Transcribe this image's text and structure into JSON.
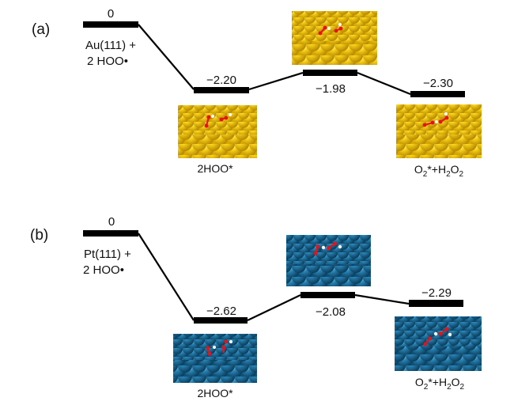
{
  "panels": [
    {
      "panel_label": "(a)",
      "surface": "Au(111)",
      "start_label_line1": "Au(111) +",
      "start_label_line2": "2 HOO•",
      "surface_color": "#f2c200",
      "surface_highlight": "#ffe866",
      "surface_shadow": "#b88a00",
      "levels": [
        {
          "value": "0",
          "label_position": "above",
          "state": "start"
        },
        {
          "value": "−2.20",
          "label_position": "above",
          "state": "2HOO*",
          "image_label": "2HOO*"
        },
        {
          "value": "−1.98",
          "label_position": "below",
          "state": "transition"
        },
        {
          "value": "−2.30",
          "label_position": "above",
          "state": "O2*+H2O2",
          "image_label_parts": [
            "O",
            "2",
            "*+H",
            "2",
            "O",
            "2"
          ]
        }
      ]
    },
    {
      "panel_label": "(b)",
      "surface": "Pt(111)",
      "start_label_line1": "Pt(111) +",
      "start_label_line2": "2 HOO•",
      "surface_color": "#1b6f9c",
      "surface_highlight": "#4fa3cf",
      "surface_shadow": "#0d4565",
      "levels": [
        {
          "value": "0",
          "label_position": "above",
          "state": "start"
        },
        {
          "value": "−2.62",
          "label_position": "above",
          "state": "2HOO*",
          "image_label": "2HOO*"
        },
        {
          "value": "−2.08",
          "label_position": "below",
          "state": "transition"
        },
        {
          "value": "−2.29",
          "label_position": "above",
          "state": "O2*+H2O2",
          "image_label_parts": [
            "O",
            "2",
            "*+H",
            "2",
            "O",
            "2"
          ]
        }
      ]
    }
  ],
  "adsorbate_colors": {
    "oxygen": "#e8111a",
    "hydrogen": "#ffffff"
  },
  "line_color": "#000000"
}
